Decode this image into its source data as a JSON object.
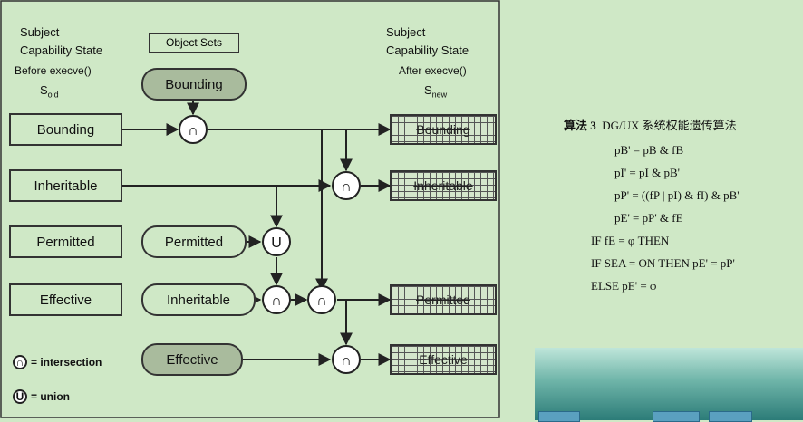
{
  "diagram": {
    "header_left": [
      "Subject",
      "Capability State",
      "Before execve()",
      "S",
      "old"
    ],
    "header_mid": "Object Sets",
    "header_right": [
      "Subject",
      "Capability State",
      "After execve()",
      "S",
      "new"
    ],
    "subject_before": [
      "Bounding",
      "Inheritable",
      "Permitted",
      "Effective"
    ],
    "object_sets": [
      "Bounding",
      "Permitted",
      "Inheritable",
      "Effective"
    ],
    "subject_after": [
      "Bounding",
      "Inheritable",
      "Permitted",
      "Effective"
    ],
    "legend": [
      {
        "symbol": "∩",
        "text": "= intersection"
      },
      {
        "symbol": "U",
        "text": "= union"
      }
    ]
  },
  "algorithm": {
    "title_num": "算法 3",
    "title_text": "DG/UX 系统权能遗传算法",
    "lines": [
      "pB' = pB & fB",
      "pI' = pI & pB'",
      "pP' = ((fP | pI) & fI) & pB'",
      "pE' = pP' & fE"
    ],
    "cond_lines": [
      "IF  fE = φ  THEN",
      "IF  SEA = ON   THEN   pE' = pP'",
      "ELSE  pE' = φ"
    ]
  },
  "colors": {
    "panel_bg": "#cfe8c6",
    "page_bg": "#cfe8c6"
  }
}
